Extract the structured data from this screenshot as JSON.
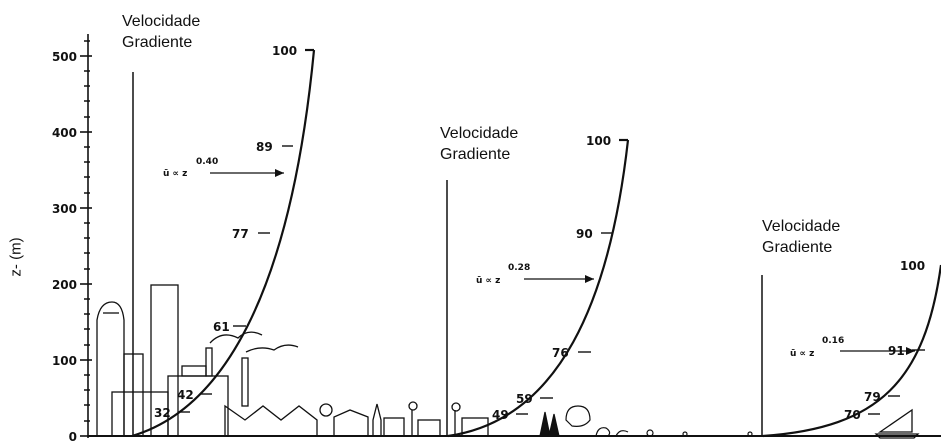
{
  "axis": {
    "title": "z- (m)",
    "ticks": [
      "500",
      "400",
      "300",
      "200",
      "100",
      "0"
    ]
  },
  "panels": [
    {
      "gradient_label_line1": "Velocidade",
      "gradient_label_line2": "Gradiente",
      "formula_base": "ū ∝ z",
      "formula_exp": "0.40",
      "profile_labels": [
        "100",
        "89",
        "77",
        "61",
        "42",
        "32"
      ]
    },
    {
      "gradient_label_line1": "Velocidade",
      "gradient_label_line2": "Gradiente",
      "formula_base": "ū ∝ z",
      "formula_exp": "0.28",
      "profile_labels": [
        "100",
        "90",
        "76",
        "59",
        "49"
      ]
    },
    {
      "gradient_label_line1": "Velocidade",
      "gradient_label_line2": "Gradiente",
      "formula_base": "ū ∝ z",
      "formula_exp": "0.16",
      "profile_labels": [
        "100",
        "91",
        "79",
        "70"
      ]
    }
  ]
}
